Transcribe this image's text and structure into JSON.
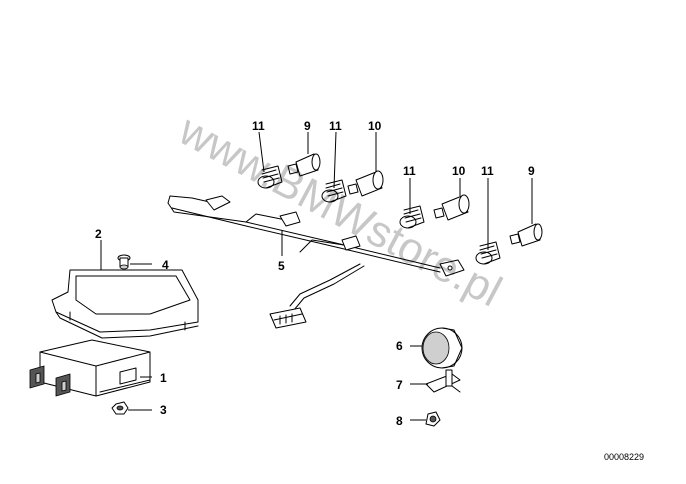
{
  "callouts": {
    "c1": "1",
    "c2": "2",
    "c3": "3",
    "c4": "4",
    "c5": "5",
    "c6": "6",
    "c7": "7",
    "c8": "8",
    "c9a": "9",
    "c9b": "9",
    "c10a": "10",
    "c10b": "10",
    "c11a": "11",
    "c11b": "11",
    "c11c": "11",
    "c11d": "11"
  },
  "watermark": "www.BMWstore.pl",
  "drawing_number": "00008229"
}
